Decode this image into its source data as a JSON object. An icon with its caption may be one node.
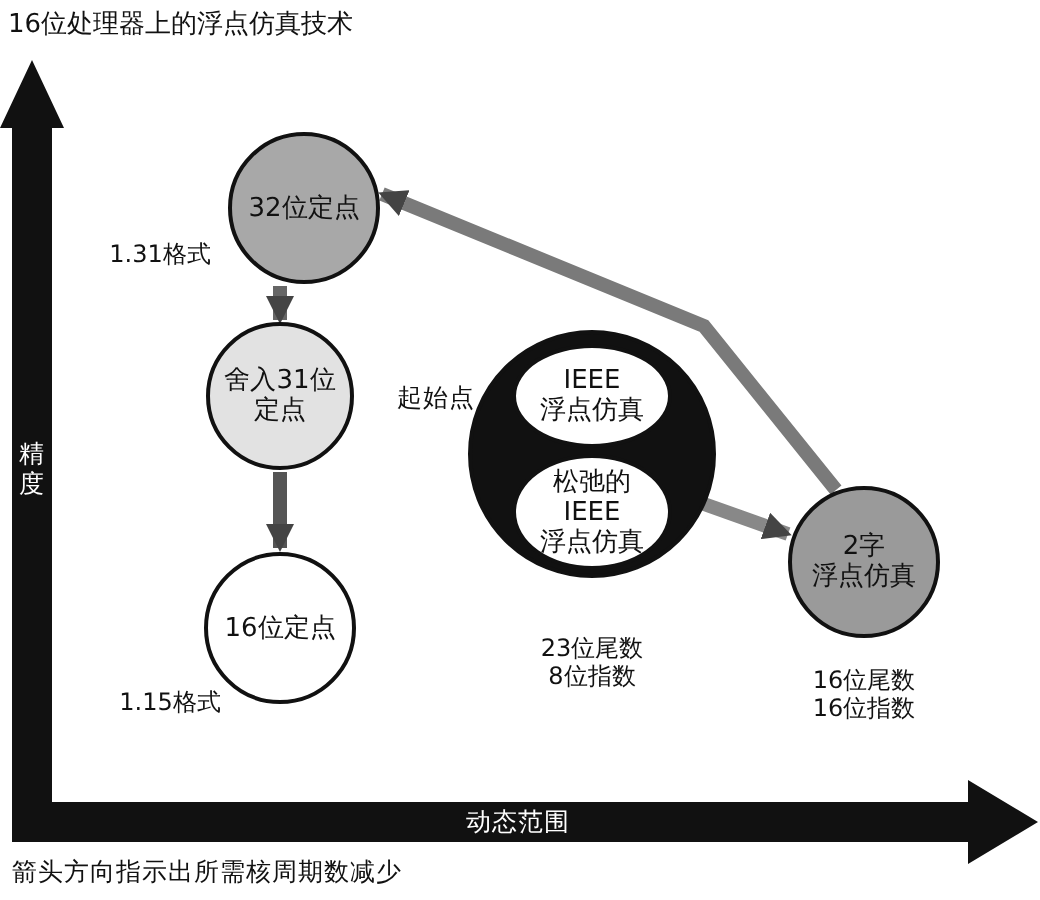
{
  "diagram": {
    "title": "16位处理器上的浮点仿真技术",
    "caption": "箭头方向指示出所需核周期数减少",
    "nodes": [
      {
        "text": [
          "32位定点"
        ],
        "beside": [
          "1.31格式"
        ]
      },
      {
        "text": [
          "舍入31位定点"
        ]
      },
      {
        "text": [
          "16位定点"
        ],
        "beside": [
          "1.15格式"
        ]
      },
      {
        "text": [],
        "shape": "circle",
        "beside": [
          "23位尾数 8位指数"
        ]
      },
      {
        "text": [
          "IEEE 浮点仿真"
        ],
        "in": 3
      },
      {
        "text": [
          "松弛的 IEEE 浮点仿真"
        ],
        "in": 3
      },
      {
        "text": [
          "2字浮点仿真"
        ],
        "beside": [
          "16位尾数 16位指数"
        ]
      }
    ],
    "edges": [
      {
        "from": 0,
        "to": 1,
        "arrow": "to"
      },
      {
        "from": 1,
        "to": 2,
        "arrow": "to"
      },
      {
        "from": 3,
        "to": 6,
        "arrow": "to"
      },
      {
        "from": 6,
        "to": 0,
        "arrow": "to"
      }
    ],
    "labels": [
      "精度",
      "动态范围",
      "起始点"
    ]
  }
}
